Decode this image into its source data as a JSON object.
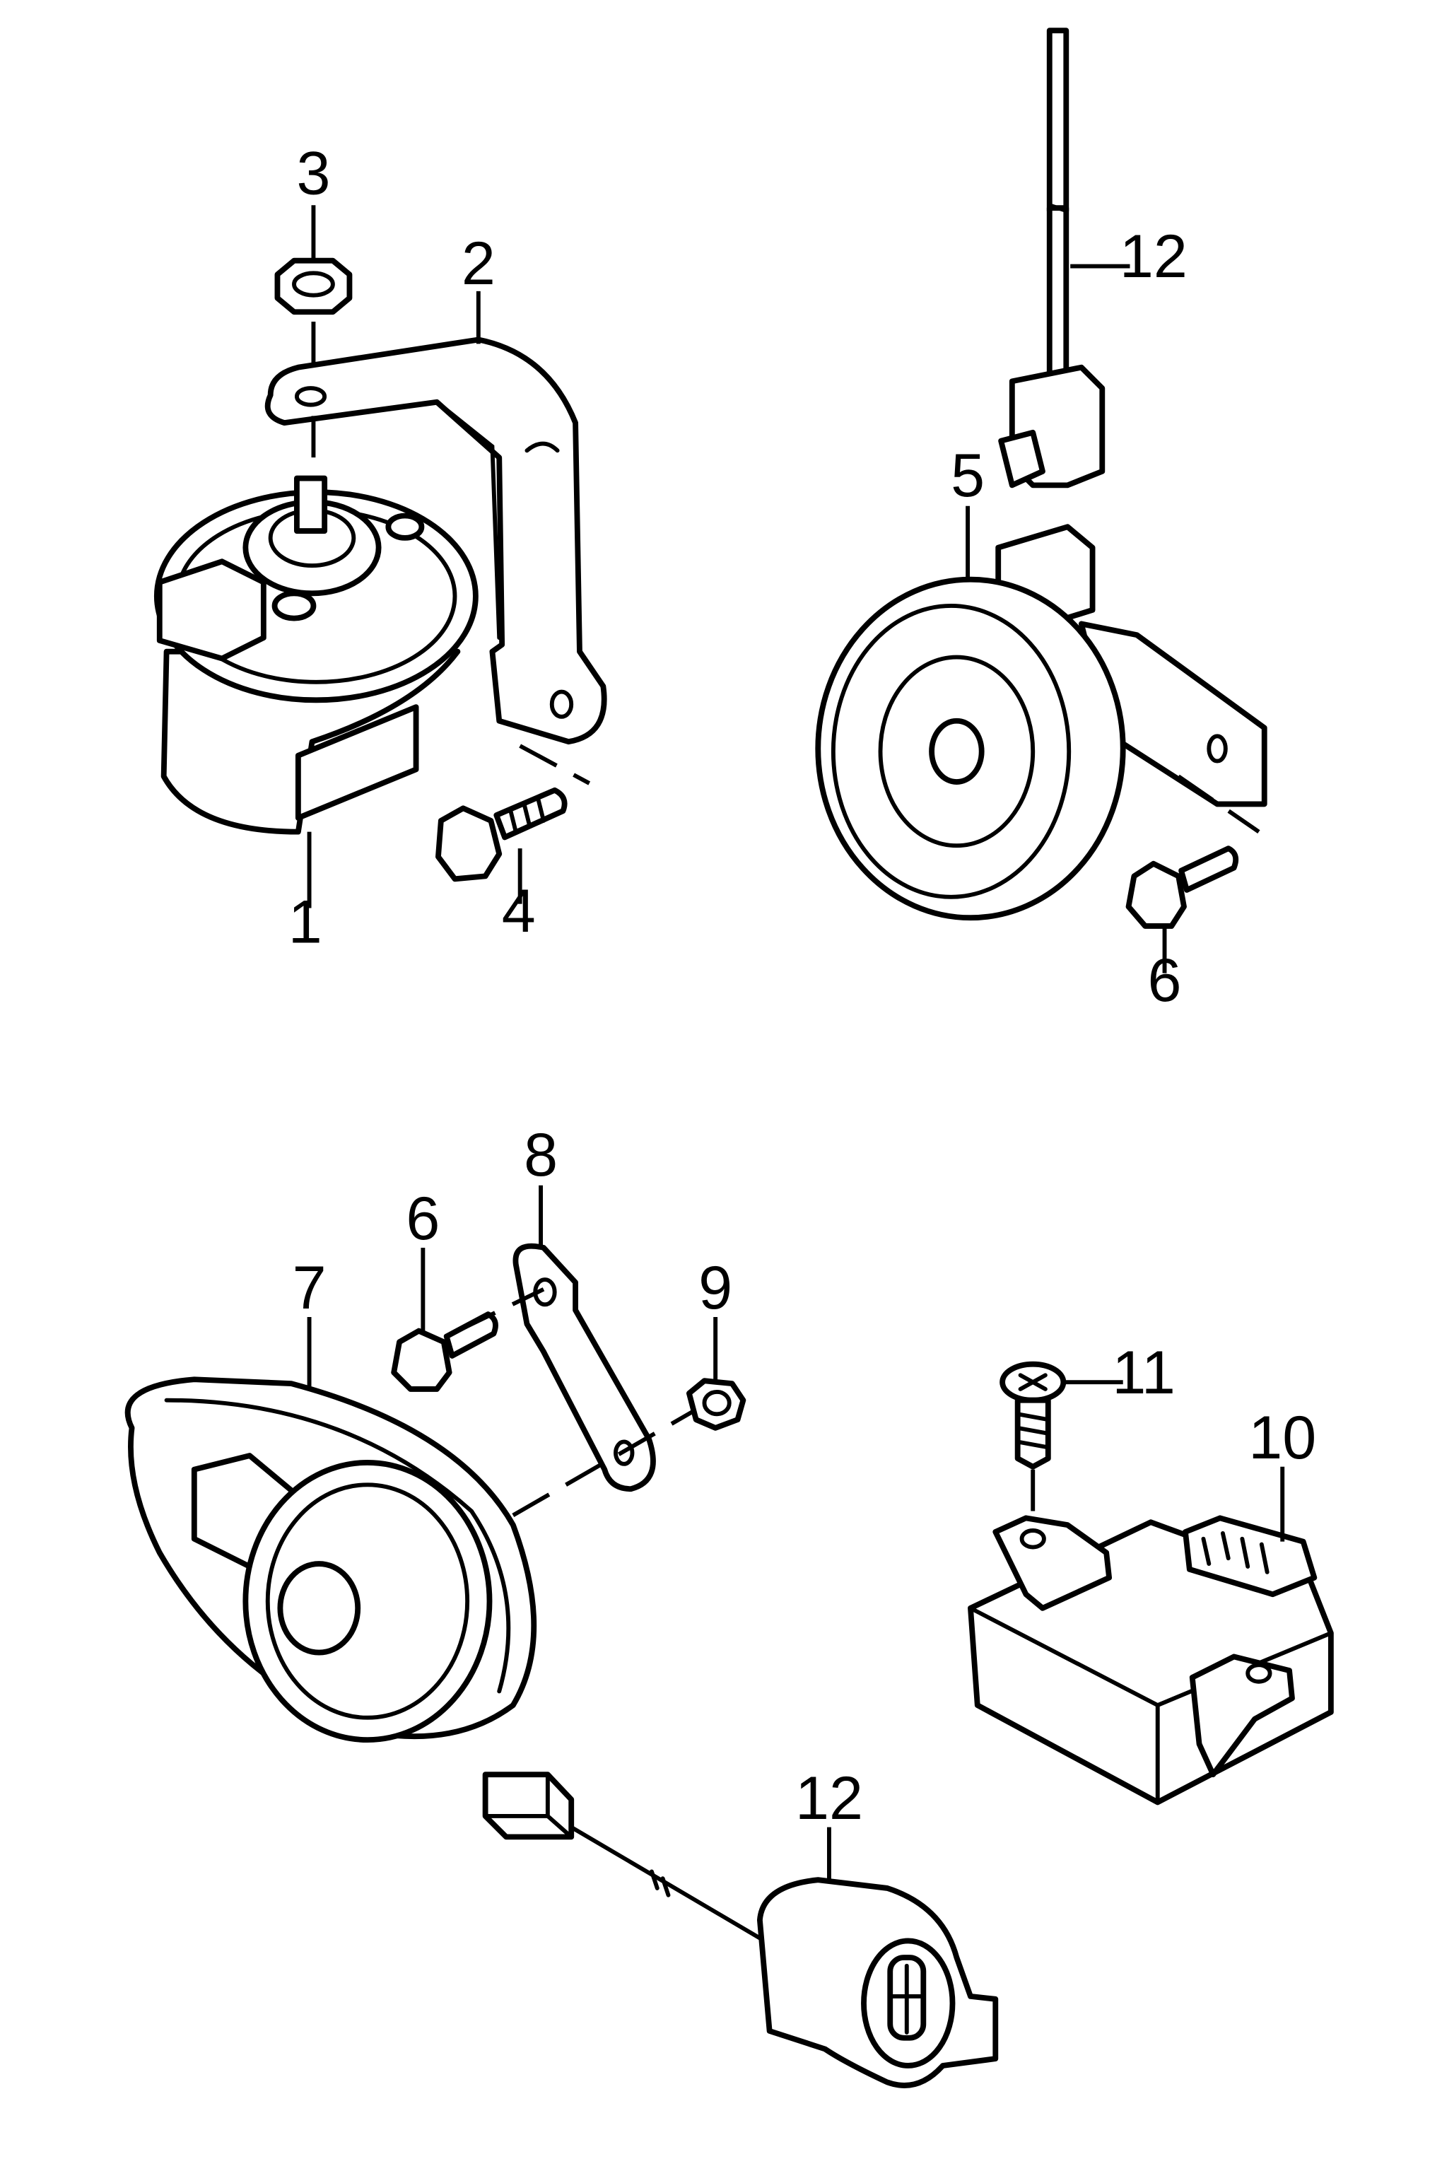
{
  "callouts": {
    "n1": "1",
    "n2": "2",
    "n3": "3",
    "n4": "4",
    "n5": "5",
    "n6a": "6",
    "n6b": "6",
    "n7": "7",
    "n8": "8",
    "n9": "9",
    "n10": "10",
    "n11": "11",
    "n12a": "12",
    "n12b": "12"
  }
}
